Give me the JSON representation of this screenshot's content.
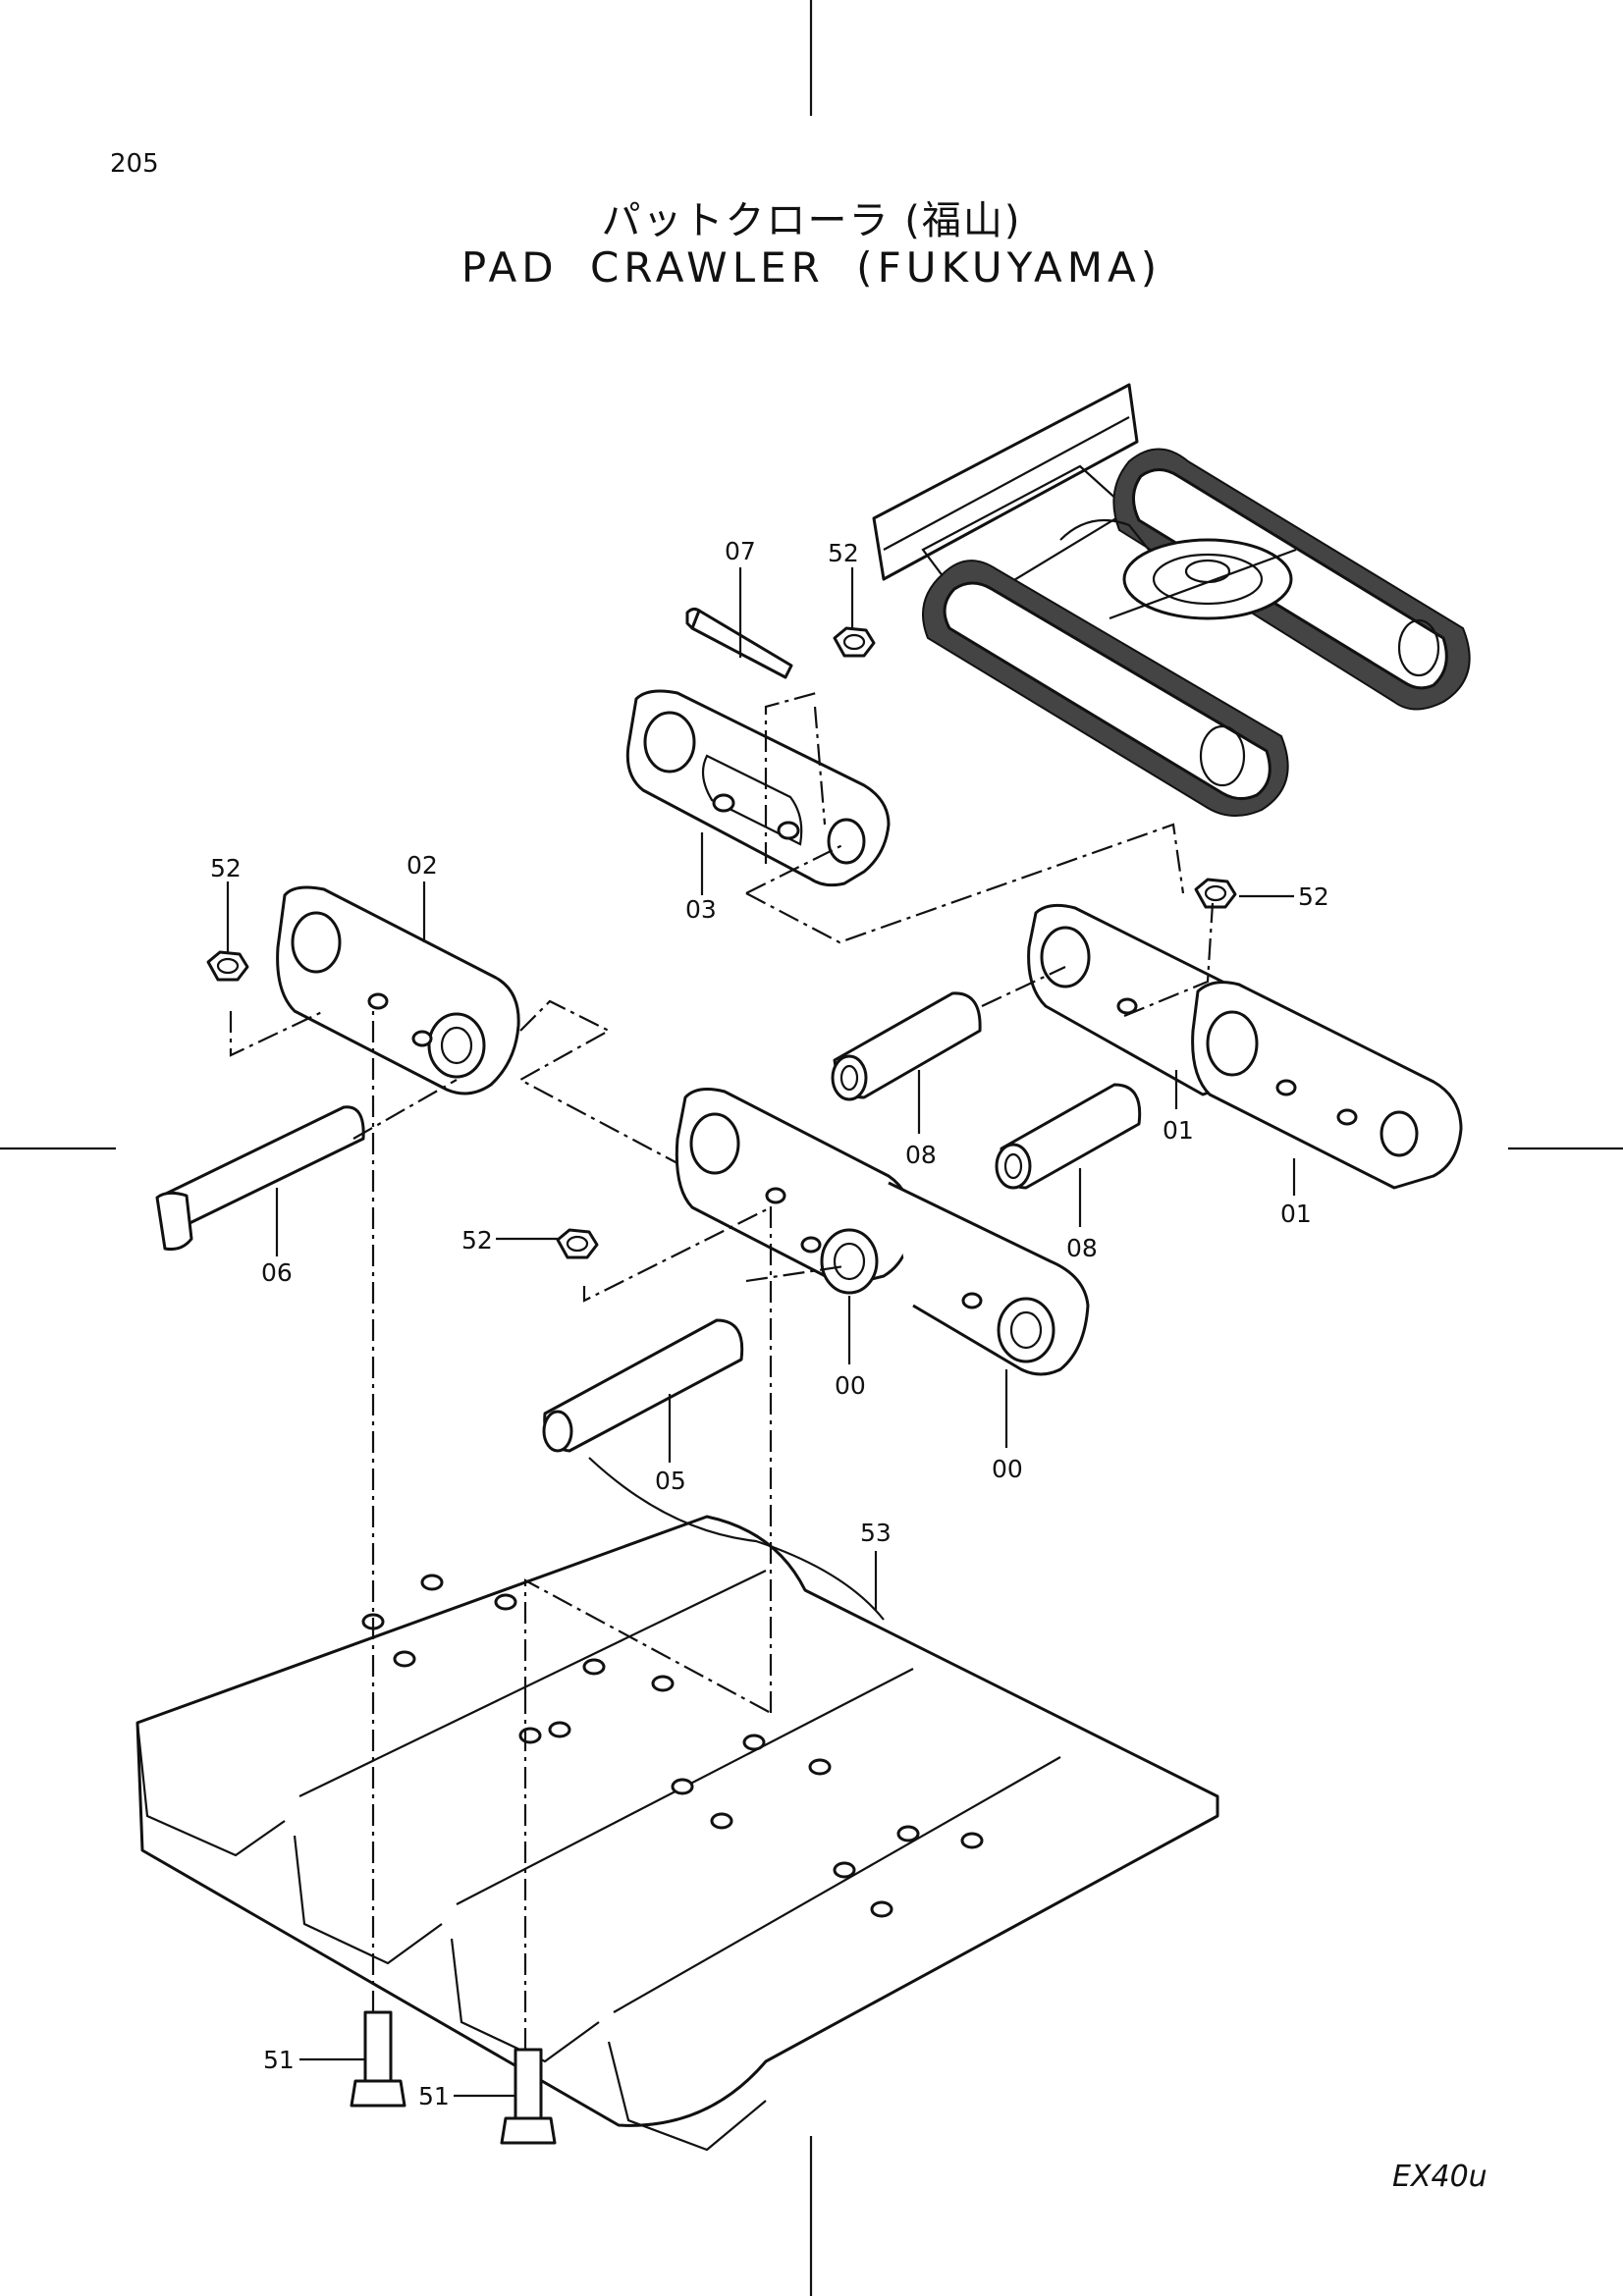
{
  "page_number": "205",
  "title_ja": "パットクローラ (福山)",
  "title_en": "PAD CRAWLER (FUKUYAMA)",
  "model": "EX40u",
  "callouts": {
    "c07": "07",
    "c52a": "52",
    "c52b": "52",
    "c52c": "52",
    "c52d": "52",
    "c02": "02",
    "c03": "03",
    "c08a": "08",
    "c08b": "08",
    "c01a": "01",
    "c01b": "01",
    "c06": "06",
    "c00a": "00",
    "c00b": "00",
    "c05": "05",
    "c53": "53",
    "c51a": "51",
    "c51b": "51"
  }
}
